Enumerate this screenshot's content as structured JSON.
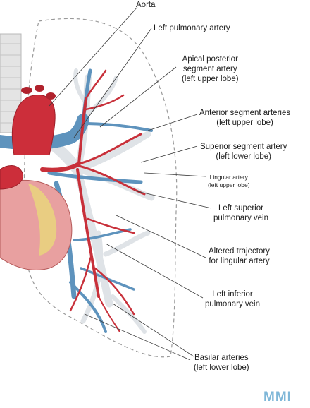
{
  "labels": {
    "aorta": "Aorta",
    "left_pulmonary_artery": "Left pulmonary artery",
    "apical_posterior": [
      "Apical posterior",
      "segment artery",
      "(left upper lobe)"
    ],
    "anterior_segment": [
      "Anterior segment arteries",
      "(left upper lobe)"
    ],
    "superior_segment": [
      "Superior segment artery",
      "(left lower lobe)"
    ],
    "lingular_artery": [
      "Lingular artery",
      "(left upper lobe)"
    ],
    "left_superior_vein": [
      "Left superior",
      "pulmonary vein"
    ],
    "altered_trajectory": [
      "Altered trajectory",
      "for lingular artery"
    ],
    "left_inferior_vein": [
      "Left inferior",
      "pulmonary vein"
    ],
    "basilar_arteries": [
      "Basilar arteries",
      "(left lower lobe)"
    ]
  },
  "watermark": "MMI",
  "colors": {
    "artery": "#c8303a",
    "vein": "#5e93bd",
    "bronchi": "#dfe3e7",
    "heart": "#e8a0a0",
    "fat": "#e9d27e",
    "leader_line": "#3a3a3a"
  }
}
